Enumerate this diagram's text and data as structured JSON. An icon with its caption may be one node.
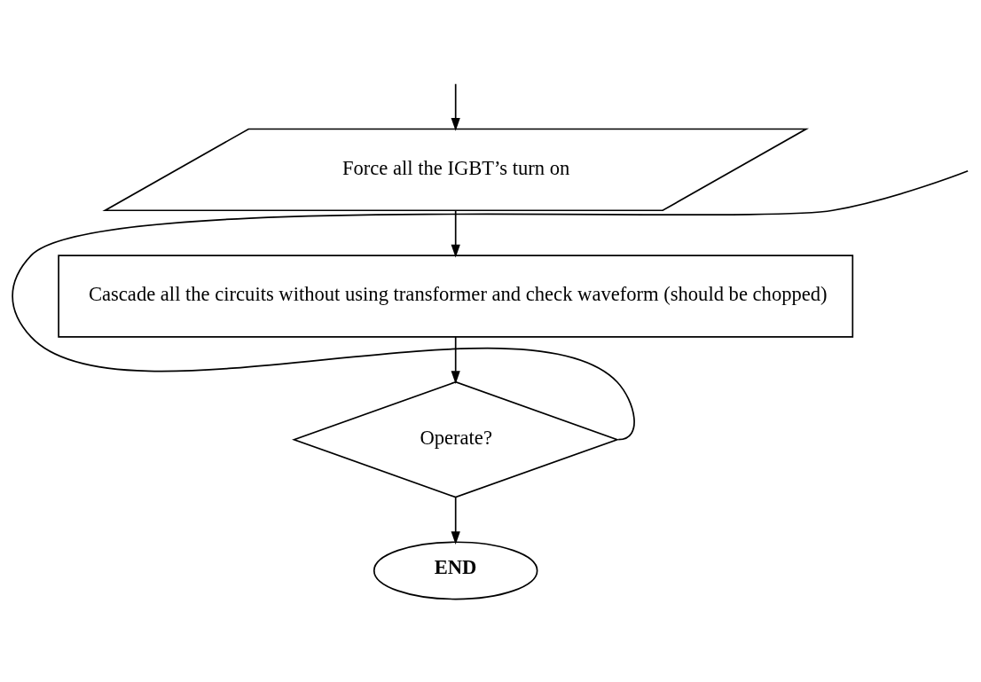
{
  "diagram": {
    "nodes": [
      {
        "text": [
          "Force all the IGBT’s turn on"
        ]
      },
      {
        "text": [
          "Cascade all the circuits without using transformer and check waveform (should be chopped)"
        ]
      },
      {
        "text": [
          "Operate?"
        ]
      },
      {
        "text": [
          "END"
        ]
      }
    ],
    "edges": [
      {
        "from": null,
        "to": 0,
        "arrow": "to"
      },
      {
        "from": 0,
        "to": 1,
        "arrow": "to"
      },
      {
        "from": 1,
        "to": 2,
        "arrow": "to"
      },
      {
        "from": 2,
        "to": 3,
        "arrow": "to"
      },
      {
        "from": 2,
        "to": null,
        "arrow": "none"
      }
    ]
  }
}
